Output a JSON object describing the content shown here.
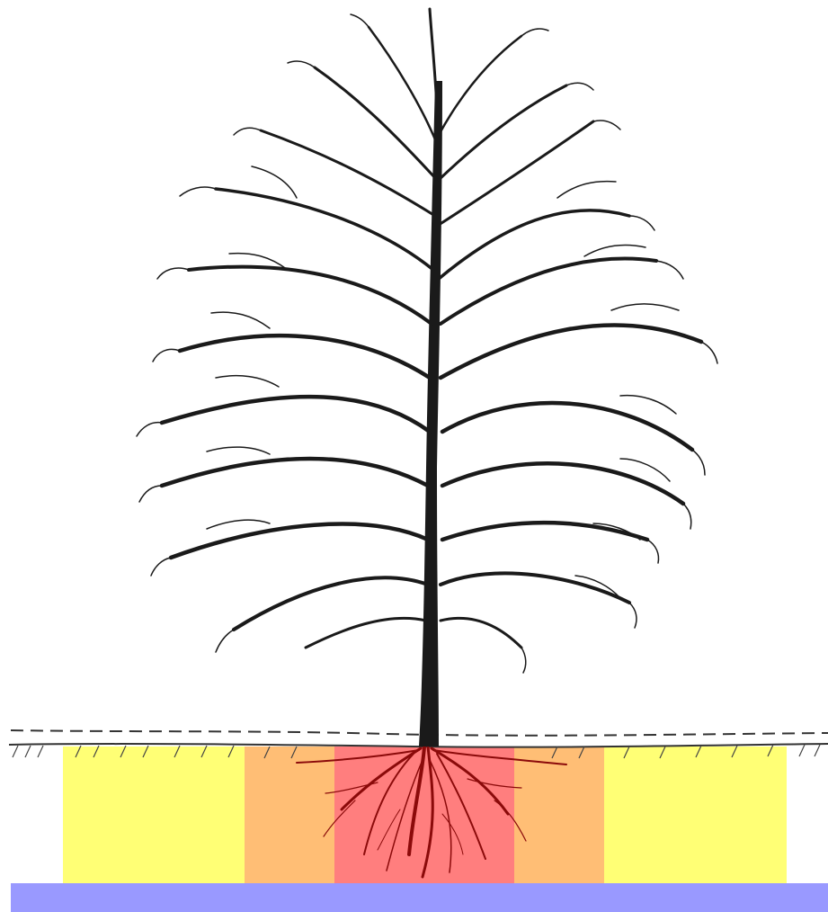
{
  "diagram": {
    "subject": "tree",
    "zones": [
      {
        "name": "outer-zone-left",
        "color": "#ffff66"
      },
      {
        "name": "middle-zone-left",
        "color": "#ffbb6e"
      },
      {
        "name": "inner-zone",
        "color": "#ff7777"
      },
      {
        "name": "middle-zone-right",
        "color": "#ffbb6e"
      },
      {
        "name": "outer-zone-right",
        "color": "#ffff66"
      }
    ],
    "bedrock_color": "#9999ff",
    "trunk_color": "#1a1a1a",
    "root_color": "#8b0a0a",
    "ground_color": "#333333"
  }
}
